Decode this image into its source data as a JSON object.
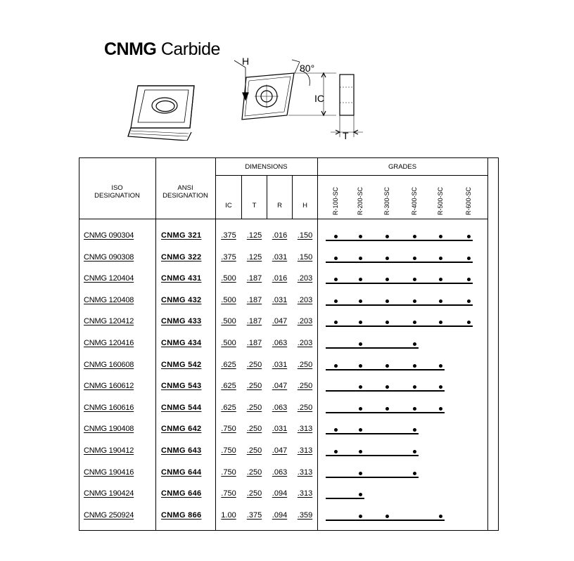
{
  "title": {
    "part1": "CNMG",
    "part2": "Carbide"
  },
  "drawing": {
    "label_h": "H",
    "label_angle": "80°",
    "label_ic": "IC",
    "label_t": "T"
  },
  "table": {
    "headers": {
      "iso": "ISO\nDESIGNATION",
      "ansi": "ANSI\nDESIGNATION",
      "dimensions": "DIMENSIONS",
      "grades": "GRADES",
      "dim_cols": [
        "IC",
        "T",
        "R",
        "H"
      ],
      "grade_cols": [
        "R-100-SC",
        "R-200-SC",
        "R-300-SC",
        "R-400-SC",
        "R-500-SC",
        "R-600-SC"
      ]
    },
    "rows": [
      {
        "iso": "CNMG 090304",
        "ansi": "CNMG  321",
        "ic": ".375",
        "t": ".125",
        "r": ".016",
        "h": ".150",
        "grades": [
          1,
          1,
          1,
          1,
          1,
          1
        ]
      },
      {
        "iso": "CNMG 090308",
        "ansi": "CNMG  322",
        "ic": ".375",
        "t": ".125",
        "r": ".031",
        "h": ".150",
        "grades": [
          1,
          1,
          1,
          1,
          1,
          1
        ]
      },
      {
        "iso": "CNMG 120404",
        "ansi": "CNMG  431",
        "ic": ".500",
        "t": ".187",
        "r": ".016",
        "h": ".203",
        "grades": [
          1,
          1,
          1,
          1,
          1,
          1
        ]
      },
      {
        "iso": "CNMG 120408",
        "ansi": "CNMG  432",
        "ic": ".500",
        "t": ".187",
        "r": ".031",
        "h": ".203",
        "grades": [
          1,
          1,
          1,
          1,
          1,
          1
        ]
      },
      {
        "iso": "CNMG 120412",
        "ansi": "CNMG  433",
        "ic": ".500",
        "t": ".187",
        "r": ".047",
        "h": ".203",
        "grades": [
          1,
          1,
          1,
          1,
          1,
          1
        ]
      },
      {
        "iso": "CNMG 120416",
        "ansi": "CNMG  434",
        "ic": ".500",
        "t": ".187",
        "r": ".063",
        "h": ".203",
        "grades": [
          0,
          1,
          0,
          1,
          0,
          0
        ]
      },
      {
        "iso": "CNMG 160608",
        "ansi": "CNMG  542",
        "ic": ".625",
        "t": ".250",
        "r": ".031",
        "h": ".250",
        "grades": [
          1,
          1,
          1,
          1,
          1,
          0
        ]
      },
      {
        "iso": "CNMG 160612",
        "ansi": "CNMG  543",
        "ic": ".625",
        "t": ".250",
        "r": ".047",
        "h": ".250",
        "grades": [
          0,
          1,
          1,
          1,
          1,
          0
        ]
      },
      {
        "iso": "CNMG 160616",
        "ansi": "CNMG  544",
        "ic": ".625",
        "t": ".250",
        "r": ".063",
        "h": ".250",
        "grades": [
          0,
          1,
          1,
          1,
          1,
          0
        ]
      },
      {
        "iso": "CNMG 190408",
        "ansi": "CNMG  642",
        "ic": ".750",
        "t": ".250",
        "r": ".031",
        "h": ".313",
        "grades": [
          1,
          1,
          0,
          1,
          0,
          0
        ]
      },
      {
        "iso": "CNMG 190412",
        "ansi": "CNMG  643",
        "ic": ".750",
        "t": ".250",
        "r": ".047",
        "h": ".313",
        "grades": [
          1,
          1,
          0,
          1,
          0,
          0
        ]
      },
      {
        "iso": "CNMG 190416",
        "ansi": "CNMG  644",
        "ic": ".750",
        "t": ".250",
        "r": ".063",
        "h": ".313",
        "grades": [
          0,
          1,
          0,
          1,
          0,
          0
        ]
      },
      {
        "iso": "CNMG 190424",
        "ansi": "CNMG  646",
        "ic": ".750",
        "t": ".250",
        "r": ".094",
        "h": ".313",
        "grades": [
          0,
          1,
          0,
          0,
          0,
          0
        ]
      },
      {
        "iso": "CNMG 250924",
        "ansi": "CNMG  866",
        "ic": "1.00",
        "t": ".375",
        "r": ".094",
        "h": ".359",
        "grades": [
          0,
          1,
          1,
          0,
          1,
          0
        ]
      }
    ]
  }
}
